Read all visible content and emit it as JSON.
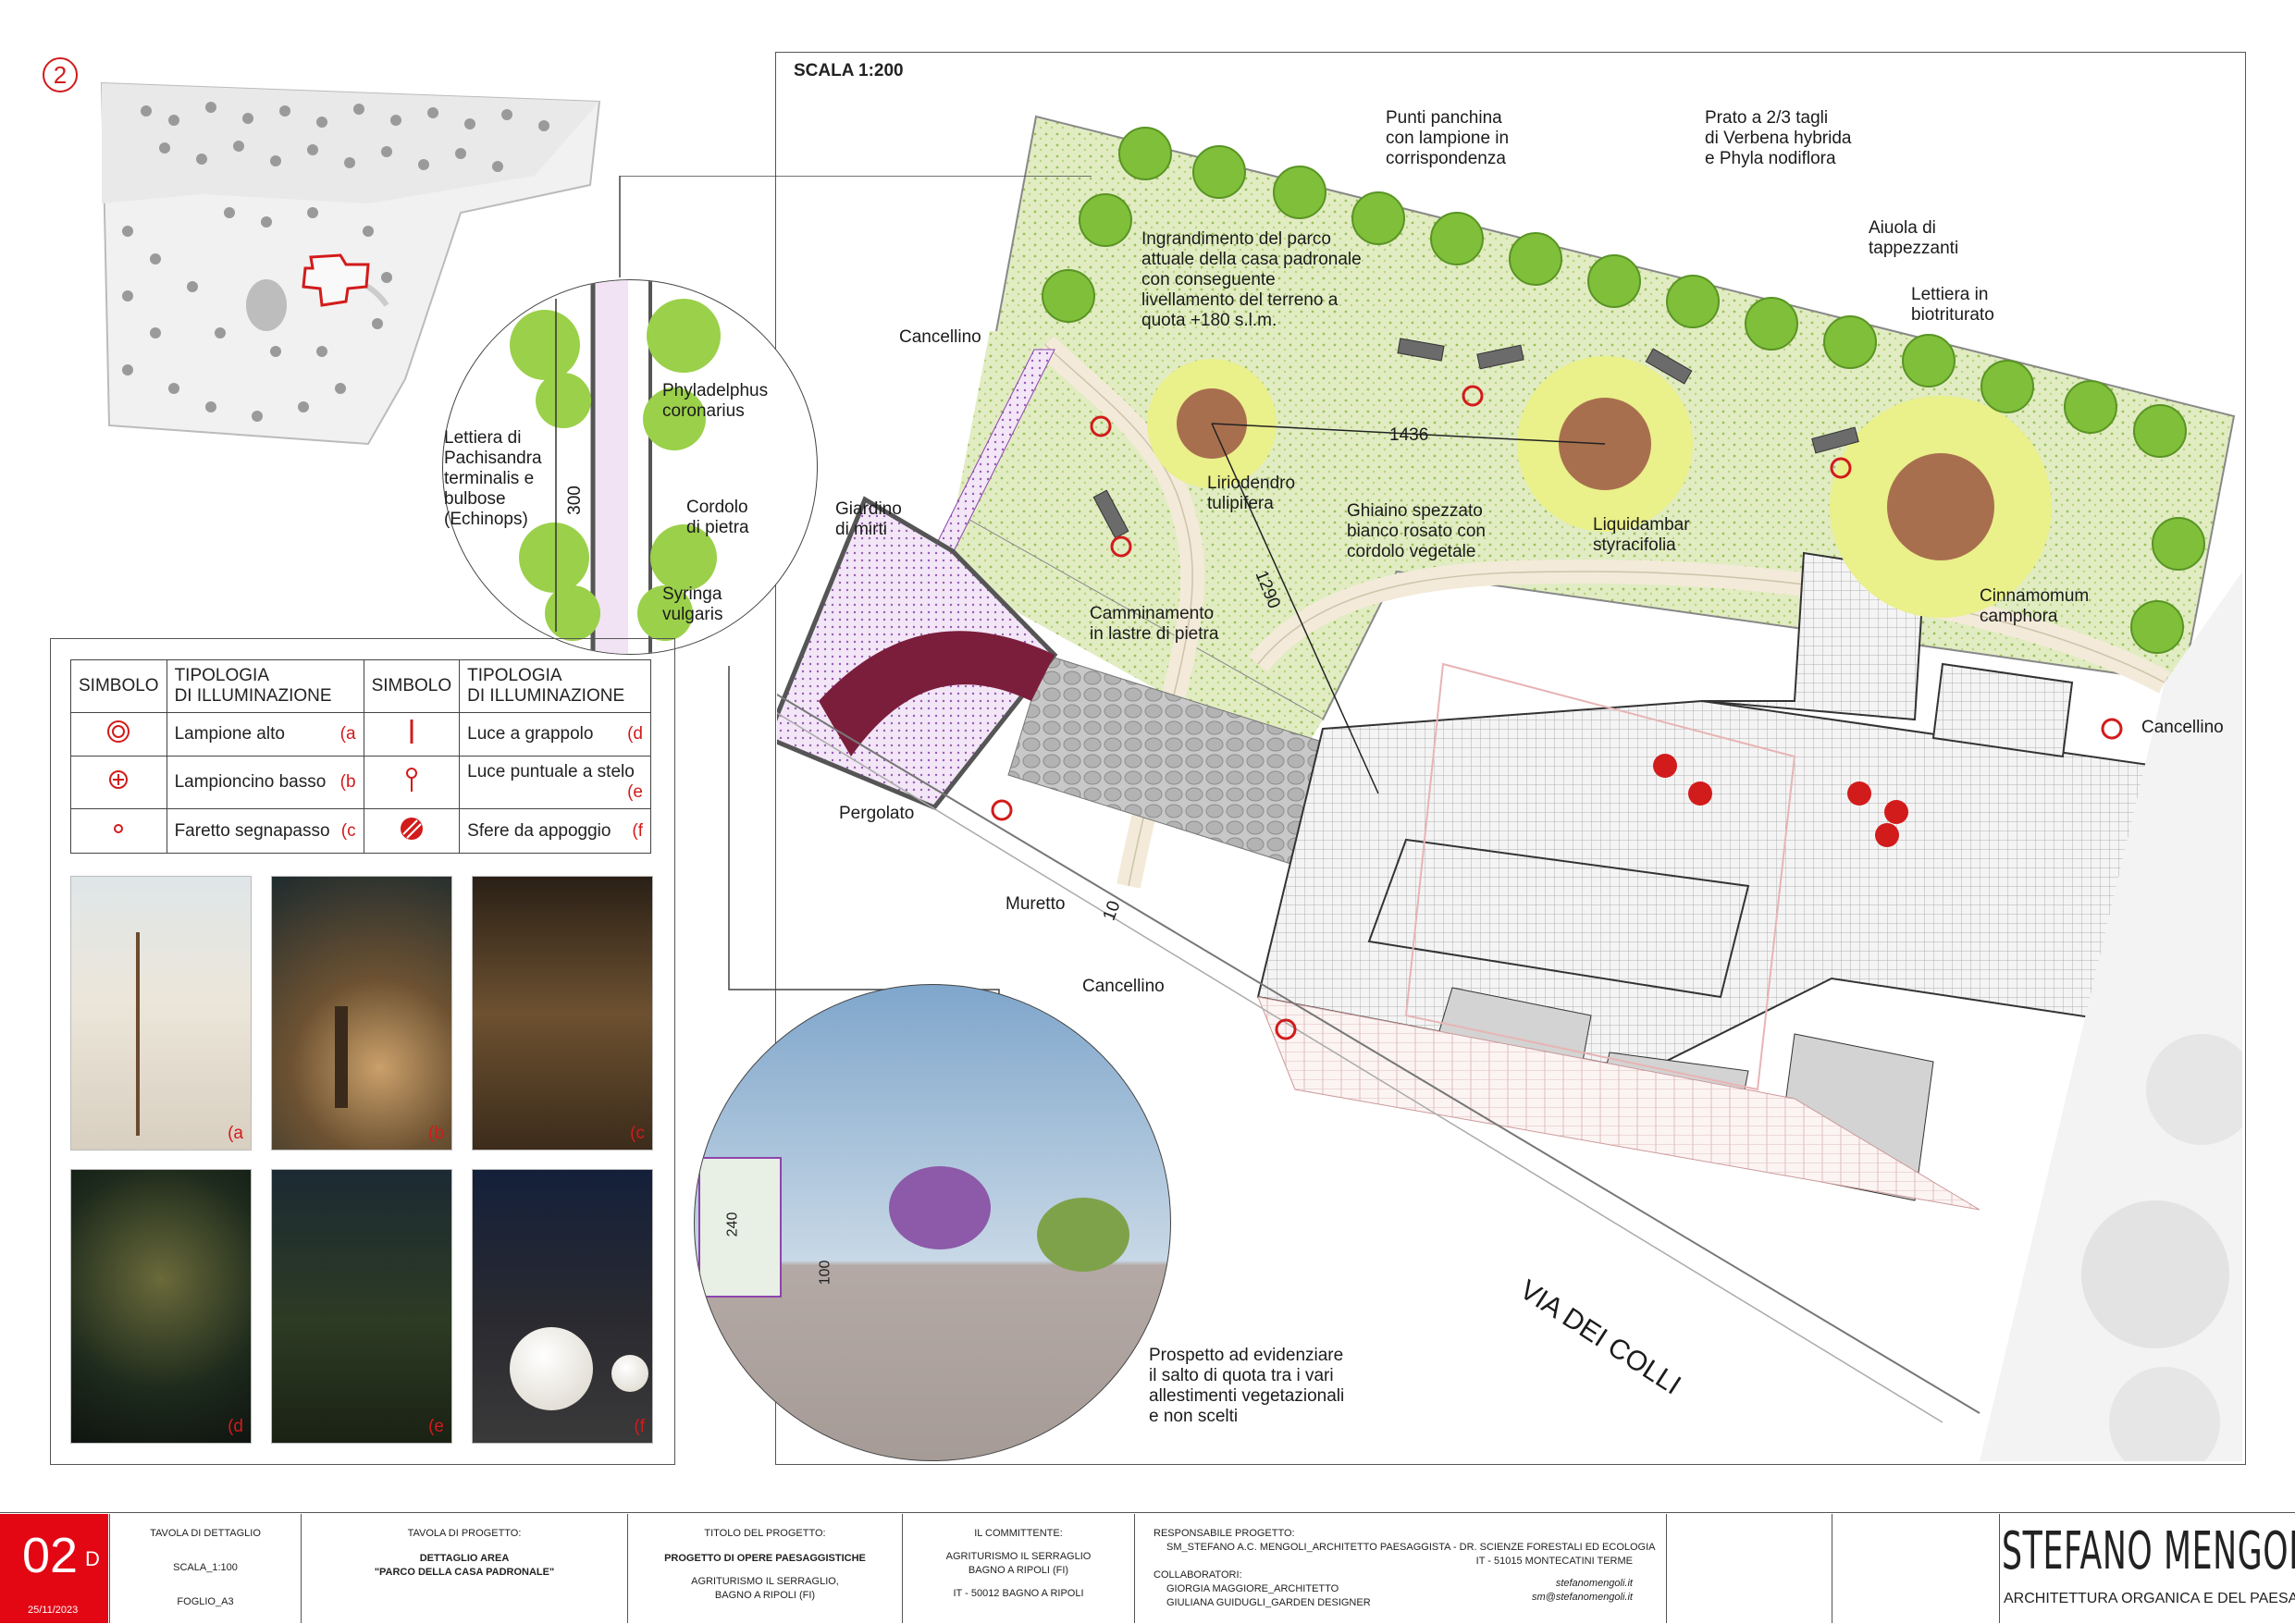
{
  "sheet": {
    "detail_number": "2",
    "scale": "SCALA 1:200"
  },
  "labels": {
    "punti_panchina": "Punti panchina\ncon lampione in\ncorrispondenza",
    "prato": "Prato a 2/3 tagli\ndi Verbena hybrida\ne Phyla nodiflora",
    "ingrandimento": "Ingrandimento del parco\nattuale della casa padronale\ncon conseguente\nlivellamento del terreno a\nquota +180 s.l.m.",
    "aiuola": "Aiuola di\ntappezzanti",
    "lettiera_bio": "Lettiera in\nbiotriturato",
    "cancellino_1": "Cancellino",
    "cancellino_2": "Cancellino",
    "cancellino_3": "Cancellino",
    "liriodendro": "Liriodendro\ntulipifera",
    "ghiaino": "Ghiaino spezzato\nbianco rosato con\ncordolo vegetale",
    "liquidambar": "Liquidambar\nstyracifolia",
    "cinnamomum": "Cinnamomum\ncamphora",
    "giardino_mirti": "Giardino\ndi mirti",
    "camminamento": "Camminamento\nin lastre di pietra",
    "pergolato": "Pergolato",
    "muretto": "Muretto",
    "via_colli": "VIA DEI COLLI",
    "dim_1436": "1436",
    "dim_1290": "1290",
    "dim_10": "10",
    "prospetto": "Prospetto ad evidenziare\nil salto di quota tra i vari\nallestimenti vegetazionali\ne non scelti",
    "dim_240": "240",
    "dim_100": "100"
  },
  "section_detail": {
    "lettiera": "Lettiera di\nPachisandra\nterminalis e\nbulbose\n(Echinops)",
    "philadelphus": "Phyladelphus\ncoronarius",
    "cordolo": "Cordolo\ndi pietra",
    "syringa": "Syringa\nvulgaris",
    "dim_300": "300"
  },
  "legend": {
    "col_symbol": "SIMBOLO",
    "col_type": "TIPOLOGIA\nDI ILLUMINAZIONE",
    "rows_left": [
      {
        "label": "Lampione alto",
        "code": "(a"
      },
      {
        "label": "Lampioncino basso",
        "code": "(b"
      },
      {
        "label": "Faretto segnapasso",
        "code": "(c"
      }
    ],
    "rows_right": [
      {
        "label": "Luce a grappolo",
        "code": "(d"
      },
      {
        "label": "Luce puntuale a stelo",
        "code": "(e"
      },
      {
        "label": "Sfere da appoggio",
        "code": "(f"
      }
    ]
  },
  "photos": [
    "(a",
    "(b",
    "(c",
    "(d",
    "(e",
    "(f"
  ],
  "title_block": {
    "sheet_code": "02",
    "sheet_sub": "D",
    "date": "25/11/2023",
    "tavola_dettaglio": "TAVOLA DI DETTAGLIO",
    "scala": "SCALA_1:100",
    "foglio": "FOGLIO_A3",
    "tavola_progetto": "TAVOLA DI PROGETTO:",
    "dettaglio_area": "DETTAGLIO AREA",
    "parco": "\"PARCO DELLA CASA PADRONALE\"",
    "titolo": "TITOLO DEL PROGETTO:",
    "progetto": "PROGETTO DI OPERE PAESAGGISTICHE",
    "agriturismo": "AGRITURISMO IL SERRAGLIO,",
    "bagno": "BAGNO A RIPOLI (FI)",
    "committente": "IL COMMITTENTE:",
    "comm_1": "AGRITURISMO IL SERRAGLIO",
    "comm_2": "BAGNO A RIPOLI (FI)",
    "comm_3": "IT - 50012 BAGNO A RIPOLI",
    "responsabile": "RESPONSABILE PROGETTO:",
    "resp_1": "SM_STEFANO A.C. MENGOLI_ARCHITETTO PAESAGGISTA - DR. SCIENZE FORESTALI ED ECOLOGIA",
    "resp_2": "IT - 51015 MONTECATINI TERME",
    "collaboratori": "COLLABORATORI:",
    "coll_1": "GIORGIA MAGGIORE_ARCHITETTO",
    "coll_2": "GIULIANA GUIDUGLI_GARDEN DESIGNER",
    "web": "stefanomengoli.it",
    "mail": "sm@stefanomengoli.it",
    "brand": "STEFANO MENGOLI",
    "brand_sub": "ARCHITETTURA ORGANICA E DEL PAESAGGIO"
  },
  "colors": {
    "accent_red": "#d21b1b",
    "lawn": "#d6e6b0",
    "tree_green": "#8cc63f",
    "yellow_ring": "#e9ef7a",
    "trunk": "#9e6d4d",
    "pergola": "#7b1e3b"
  }
}
